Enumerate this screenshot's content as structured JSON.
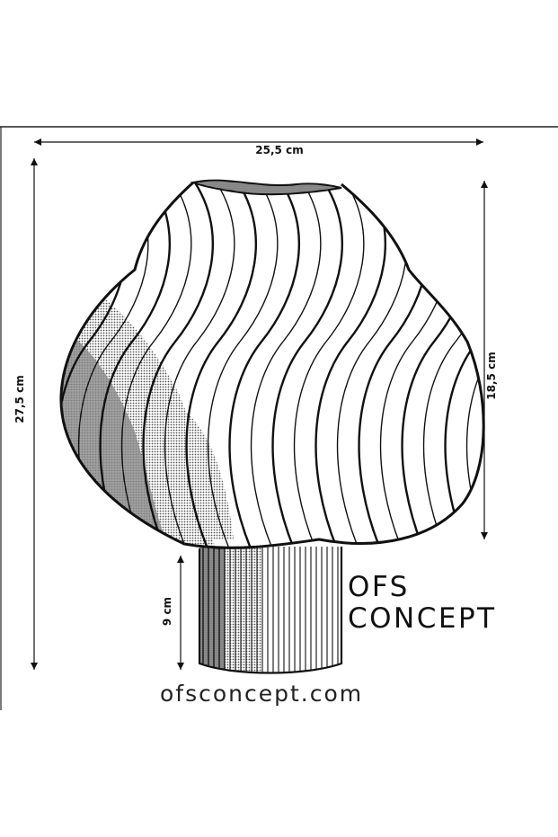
{
  "dimensions": {
    "width": "25,5 cm",
    "total_height": "27,5 cm",
    "body_height": "18,5 cm",
    "base_height": "9 cm"
  },
  "brand": {
    "line1": "OFS",
    "line2": "CONCEPT",
    "website": "ofsconcept.com"
  },
  "colors": {
    "ink": "#111111",
    "shade": "#6b6b6b"
  }
}
